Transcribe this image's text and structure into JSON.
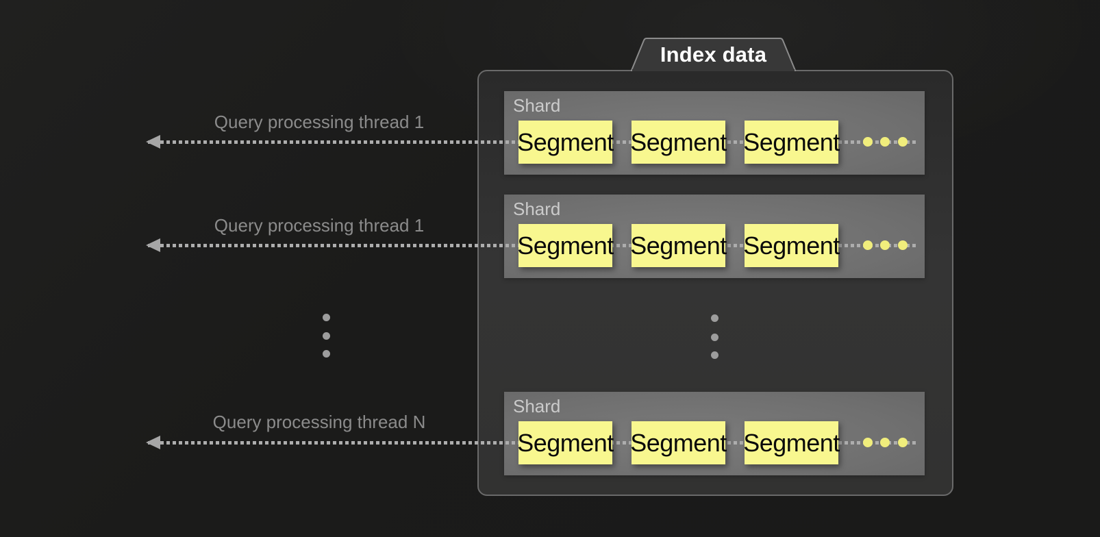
{
  "panel": {
    "tab_label": "Index data"
  },
  "threads": [
    {
      "label": "Query processing thread 1"
    },
    {
      "label": "Query processing thread 1"
    },
    {
      "label": "Query processing thread N"
    }
  ],
  "shards": [
    {
      "label": "Shard",
      "segments": [
        "Segment",
        "Segment",
        "Segment"
      ]
    },
    {
      "label": "Shard",
      "segments": [
        "Segment",
        "Segment",
        "Segment"
      ]
    },
    {
      "label": "Shard",
      "segments": [
        "Segment",
        "Segment",
        "Segment"
      ]
    }
  ],
  "colors": {
    "background": "#1b1b1a",
    "panel_fill": "#323232",
    "panel_border": "#6a6a6a",
    "tab_fill": "#383838",
    "tab_border": "#8c8c8c",
    "shard_fill": "#707070",
    "shard_label_text": "#cbcbcb",
    "segment_fill": "#f8f78f",
    "segment_text": "#0a0a0a",
    "segment_ellipsis_dot": "#f0ed7c",
    "arrow": "#a6a6a6",
    "thread_label_text": "#8b8b8b",
    "ellipsis_dot": "#9d9d9d",
    "tab_label_text": "#ffffff"
  }
}
